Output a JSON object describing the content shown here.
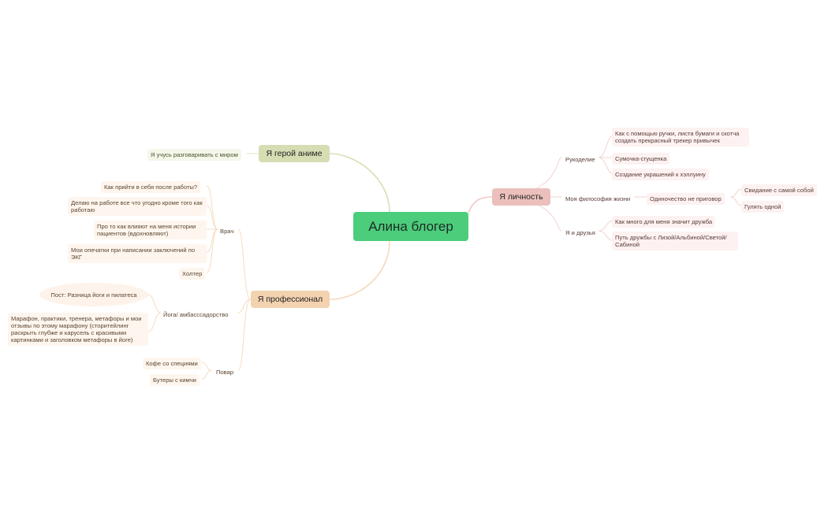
{
  "central": "Алина блогер",
  "anime": {
    "title": "Я герой аниме",
    "leaf": "Я учусь разговаривать с миром"
  },
  "personal": {
    "title": "Я личность",
    "handicraft": {
      "label": "Рукоделие",
      "items": [
        "Как с помощью ручки, листа бумаги и скотча создать прекрасный трекер привычек",
        "Сумочка-сгущенка",
        "Создание украшений к хэллуину"
      ]
    },
    "philosophy": {
      "label": "Моя философия жизни",
      "child": "Одиночество не приговор",
      "items": [
        "Свидание с самой собой",
        "Гулять одной"
      ]
    },
    "friends": {
      "label": "Я и друзья",
      "items": [
        "Как много для меня значит дружба",
        "Путь дружбы с Лизой/Альбиной/Светой/Сабиной"
      ]
    }
  },
  "professional": {
    "title": "Я профессионал",
    "doctor": {
      "label": "Врач",
      "items": [
        "Как прийти в себя после работы?",
        "Делаю на работе все что угодно кроме того как работаю",
        "Про то как влияют на меня истории пациентов (вдохновляют)",
        "Мои опечатки при написании заключений по ЭКГ",
        "Холтер"
      ]
    },
    "yoga": {
      "label": "Йога/ амбасссадорство",
      "items": [
        "Пост: Разница йоги и пилатеса",
        "Марафон, практики, тренера, метафоры и мои отзывы по этому марафону (сторитейлинг раскрыть глубже и карусель с красивыми картинками и заголовком метафоры в йоге)"
      ]
    },
    "cook": {
      "label": "Повар",
      "items": [
        "Кофе со специями",
        "Бутеры с кимчи"
      ]
    }
  },
  "colors": {
    "central": "#4ccd7c",
    "personal": "#ebc0bc",
    "professional": "#f3d2b0",
    "anime": "#d6ddb3"
  }
}
